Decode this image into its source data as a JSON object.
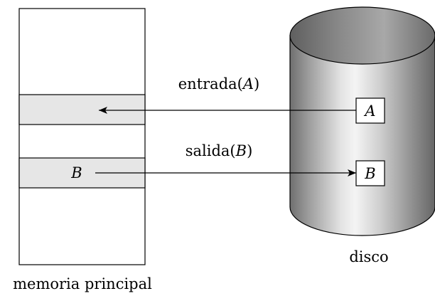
{
  "diagram": {
    "memory_label": "memoria principal",
    "disk_label": "disco",
    "input_op": {
      "name": "entrada(",
      "arg": "A",
      "close": ")"
    },
    "output_op": {
      "name": "salida(",
      "arg": "B",
      "close": ")"
    },
    "memory_block_b": "B",
    "disk_block_a": "A",
    "disk_block_b": "B"
  }
}
